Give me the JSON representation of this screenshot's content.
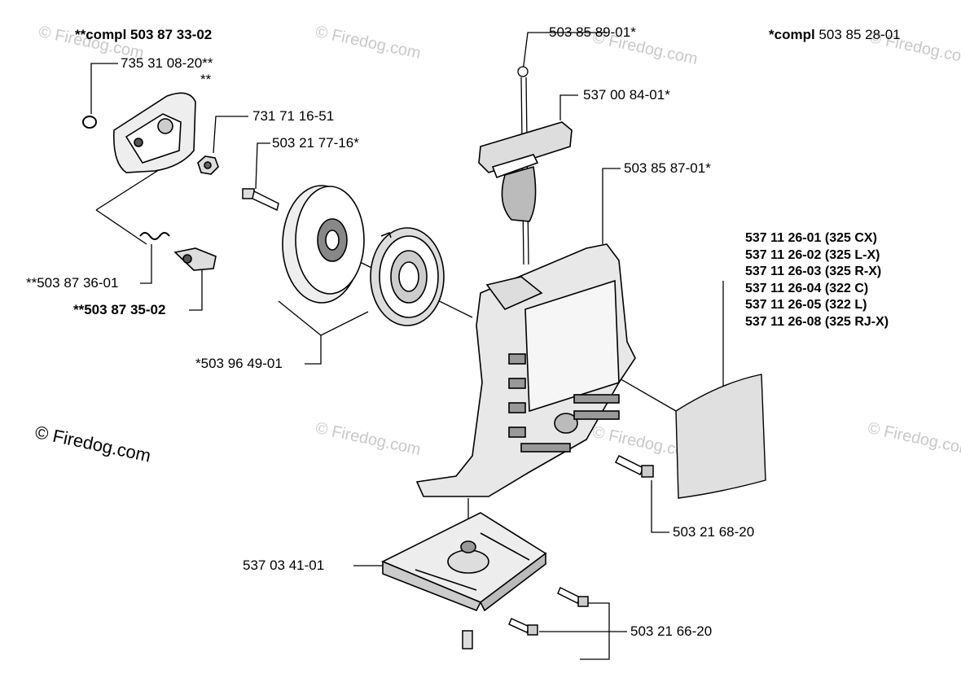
{
  "header": {
    "left_prefix": "**compl",
    "left_number": "503 87 33-02",
    "right_prefix": "*compl",
    "right_number": "503 85 28-01"
  },
  "watermark": {
    "text": "© Firedog.com"
  },
  "parts": {
    "p_735": "735 31 08-20**",
    "p_star2": "**",
    "p_731": "731 71 16-51",
    "p_503_21_77": "503 21 77-16*",
    "p_503_85_89": "503 85 89-01*",
    "p_537_00_84": "537 00 84-01*",
    "p_503_85_87": "503 85 87-01*",
    "p_503_87_36": "**503 87 36-01",
    "p_503_87_35": "**503 87 35-02",
    "p_503_96_49": "*503 96 49-01",
    "p_503_21_68": "503 21 68-20",
    "p_537_03_41": "537 03 41-01",
    "p_503_21_66": "503 21 66-20"
  },
  "decal_list": [
    "537 11 26-01 (325 CX)",
    "537 11 26-02 (325 L-X)",
    "537 11 26-03 (325 R-X)",
    "537 11 26-04 (322 C)",
    "537 11 26-05 (322 L)",
    "537 11 26-08 (325 RJ-X)"
  ]
}
